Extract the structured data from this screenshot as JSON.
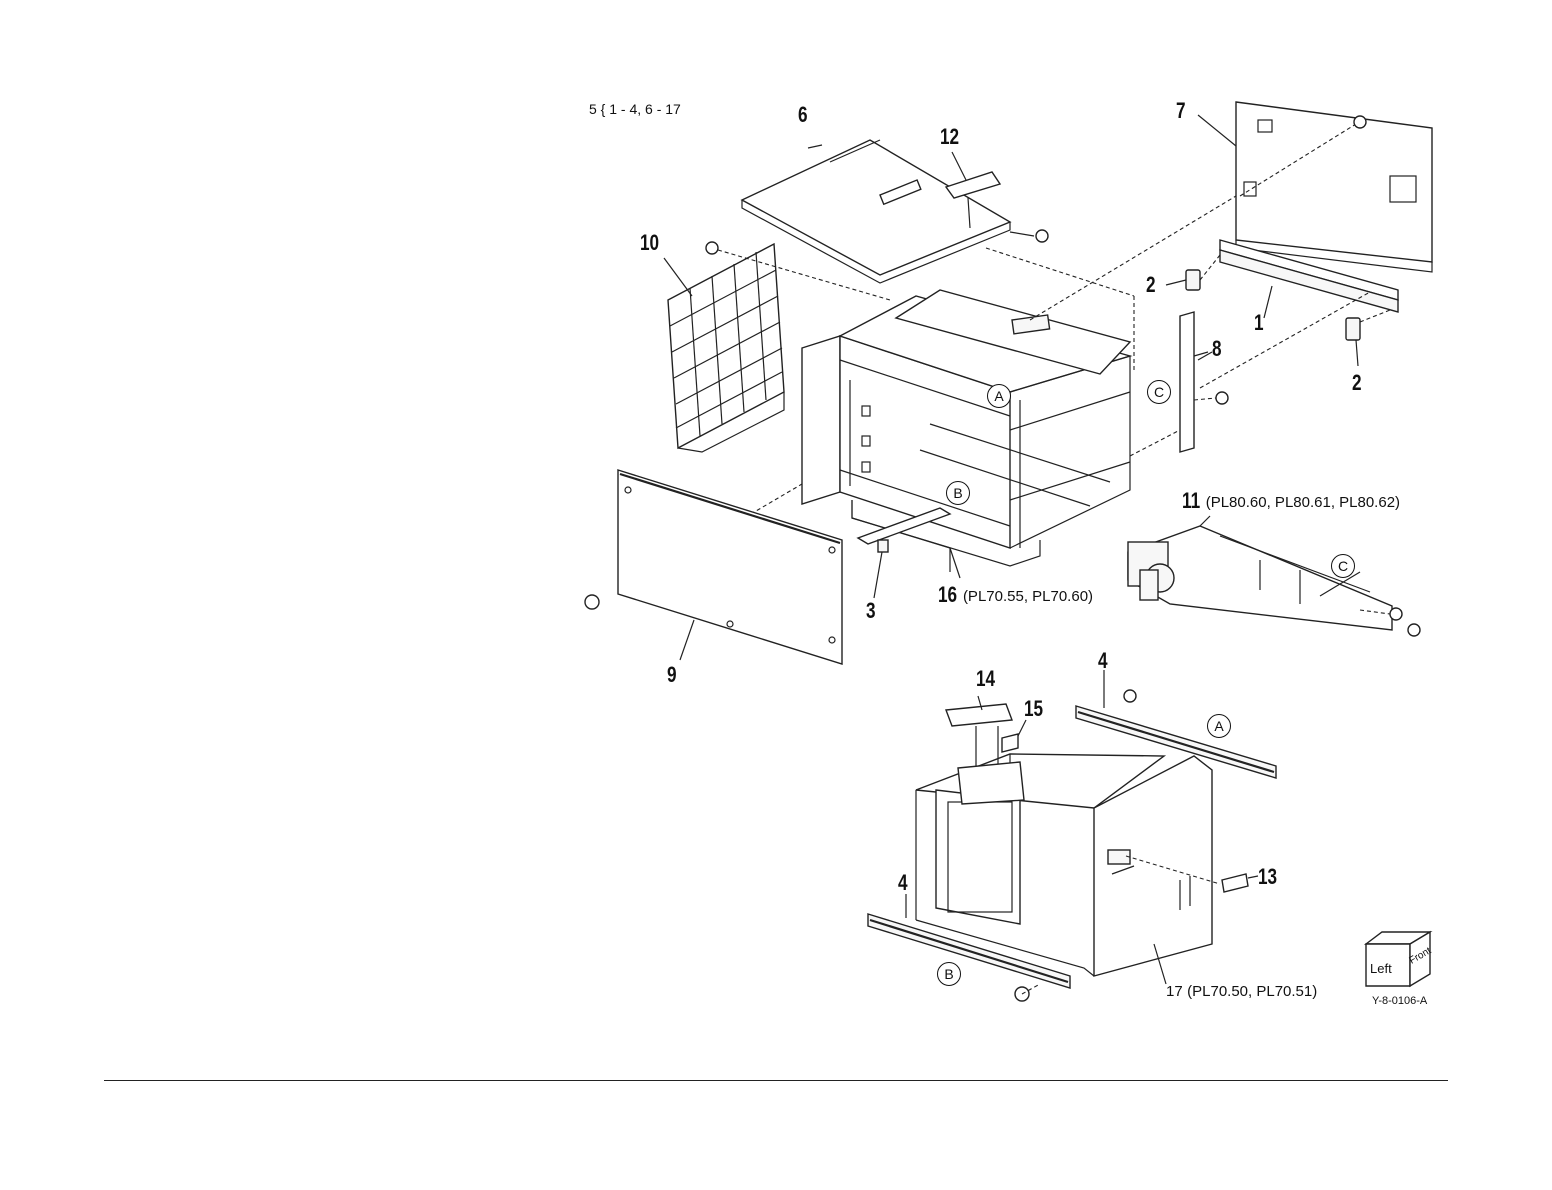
{
  "diagram": {
    "header_note": "5 { 1 - 4, 6 - 17",
    "figure_id": "Y-8-0106-A",
    "orientation_cube": {
      "left_label": "Left",
      "front_label": "Front"
    },
    "callouts": [
      {
        "key": "c6",
        "num": "6",
        "sub": ""
      },
      {
        "key": "c12",
        "num": "12",
        "sub": ""
      },
      {
        "key": "c7",
        "num": "7",
        "sub": ""
      },
      {
        "key": "c10",
        "num": "10",
        "sub": ""
      },
      {
        "key": "c2a",
        "num": "2",
        "sub": ""
      },
      {
        "key": "c1",
        "num": "1",
        "sub": ""
      },
      {
        "key": "c8",
        "num": "8",
        "sub": ""
      },
      {
        "key": "c2b",
        "num": "2",
        "sub": ""
      },
      {
        "key": "c11",
        "num": "11",
        "sub": "(PL80.60, PL80.61, PL80.62)"
      },
      {
        "key": "c16",
        "num": "16",
        "sub": "(PL70.55, PL70.60)"
      },
      {
        "key": "c3",
        "num": "3",
        "sub": ""
      },
      {
        "key": "c9",
        "num": "9",
        "sub": ""
      },
      {
        "key": "c14",
        "num": "14",
        "sub": ""
      },
      {
        "key": "c15",
        "num": "15",
        "sub": ""
      },
      {
        "key": "c4a",
        "num": "4",
        "sub": ""
      },
      {
        "key": "c13",
        "num": "13",
        "sub": ""
      },
      {
        "key": "c4b",
        "num": "4",
        "sub": ""
      },
      {
        "key": "c17",
        "num": "17",
        "sub": "(PL70.50, PL70.51)"
      }
    ],
    "reference_marks": [
      "A",
      "B",
      "C",
      "C",
      "A",
      "B"
    ]
  }
}
